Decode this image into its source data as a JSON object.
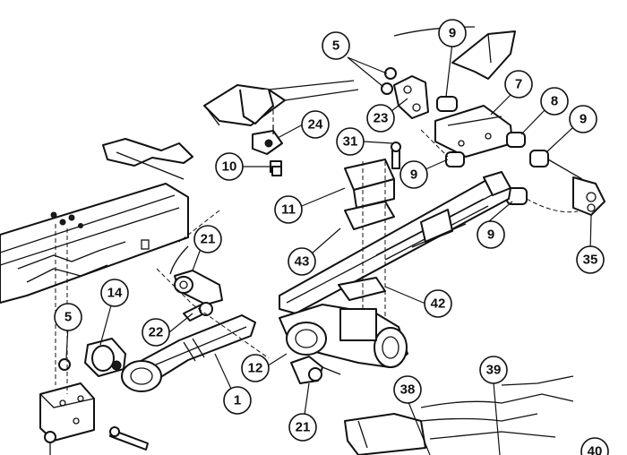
{
  "callouts": [
    {
      "id": "c5a",
      "label": "5"
    },
    {
      "id": "c9a",
      "label": "9"
    },
    {
      "id": "c7",
      "label": "7"
    },
    {
      "id": "c8",
      "label": "8"
    },
    {
      "id": "c9b",
      "label": "9"
    },
    {
      "id": "c24",
      "label": "24"
    },
    {
      "id": "c23",
      "label": "23"
    },
    {
      "id": "c31",
      "label": "31"
    },
    {
      "id": "c10",
      "label": "10"
    },
    {
      "id": "c9c",
      "label": "9"
    },
    {
      "id": "c11",
      "label": "11"
    },
    {
      "id": "c9d",
      "label": "9"
    },
    {
      "id": "c21a",
      "label": "21"
    },
    {
      "id": "c43",
      "label": "43"
    },
    {
      "id": "c35",
      "label": "35"
    },
    {
      "id": "c14",
      "label": "14"
    },
    {
      "id": "c42",
      "label": "42"
    },
    {
      "id": "c5b",
      "label": "5"
    },
    {
      "id": "c22",
      "label": "22"
    },
    {
      "id": "c12",
      "label": "12"
    },
    {
      "id": "c1",
      "label": "1"
    },
    {
      "id": "c38",
      "label": "38"
    },
    {
      "id": "c39",
      "label": "39"
    },
    {
      "id": "c21b",
      "label": "21"
    },
    {
      "id": "c40",
      "label": "40"
    }
  ]
}
